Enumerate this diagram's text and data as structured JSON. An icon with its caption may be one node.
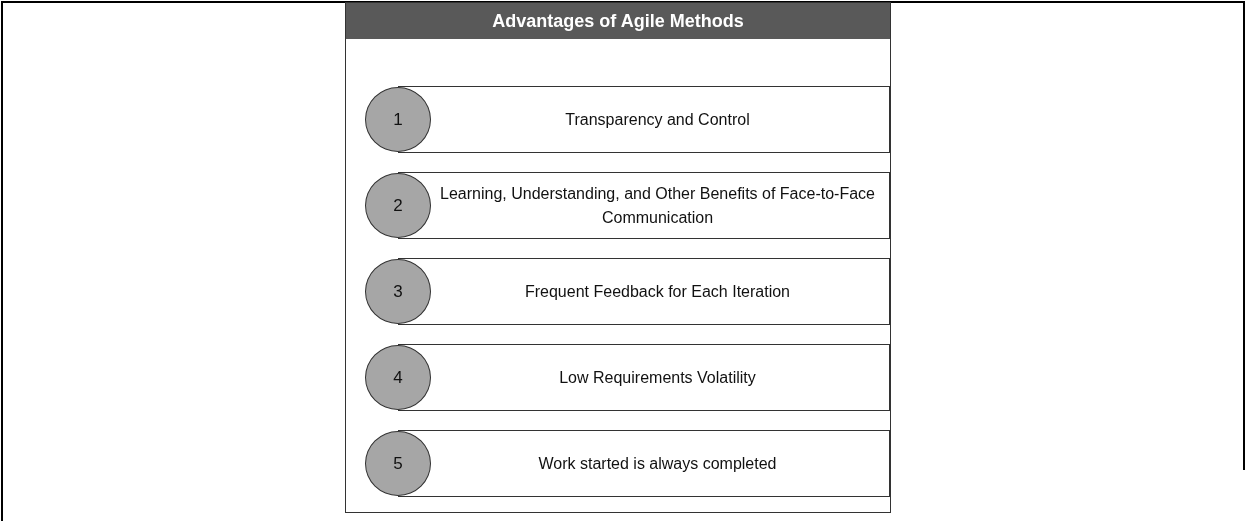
{
  "diagram": {
    "nodes": [
      {
        "text": [
          "Advantages of Agile Methods"
        ]
      },
      {
        "text": [
          "1"
        ],
        "in": 0
      },
      {
        "text": [
          "Transparency and Control"
        ],
        "in": 0
      },
      {
        "text": [
          "2"
        ],
        "in": 0
      },
      {
        "text": [
          "Learning, Understanding, and Other Benefits of Face-to-Face Communication"
        ],
        "in": 0
      },
      {
        "text": [
          "3"
        ],
        "in": 0
      },
      {
        "text": [
          "Frequent Feedback for Each Iteration"
        ],
        "in": 0
      },
      {
        "text": [
          "4"
        ],
        "in": 0
      },
      {
        "text": [
          "Low Requirements Volatility"
        ],
        "in": 0
      },
      {
        "text": [
          "5"
        ],
        "in": 0
      },
      {
        "text": [
          "Work started is always completed"
        ],
        "in": 0
      }
    ]
  }
}
